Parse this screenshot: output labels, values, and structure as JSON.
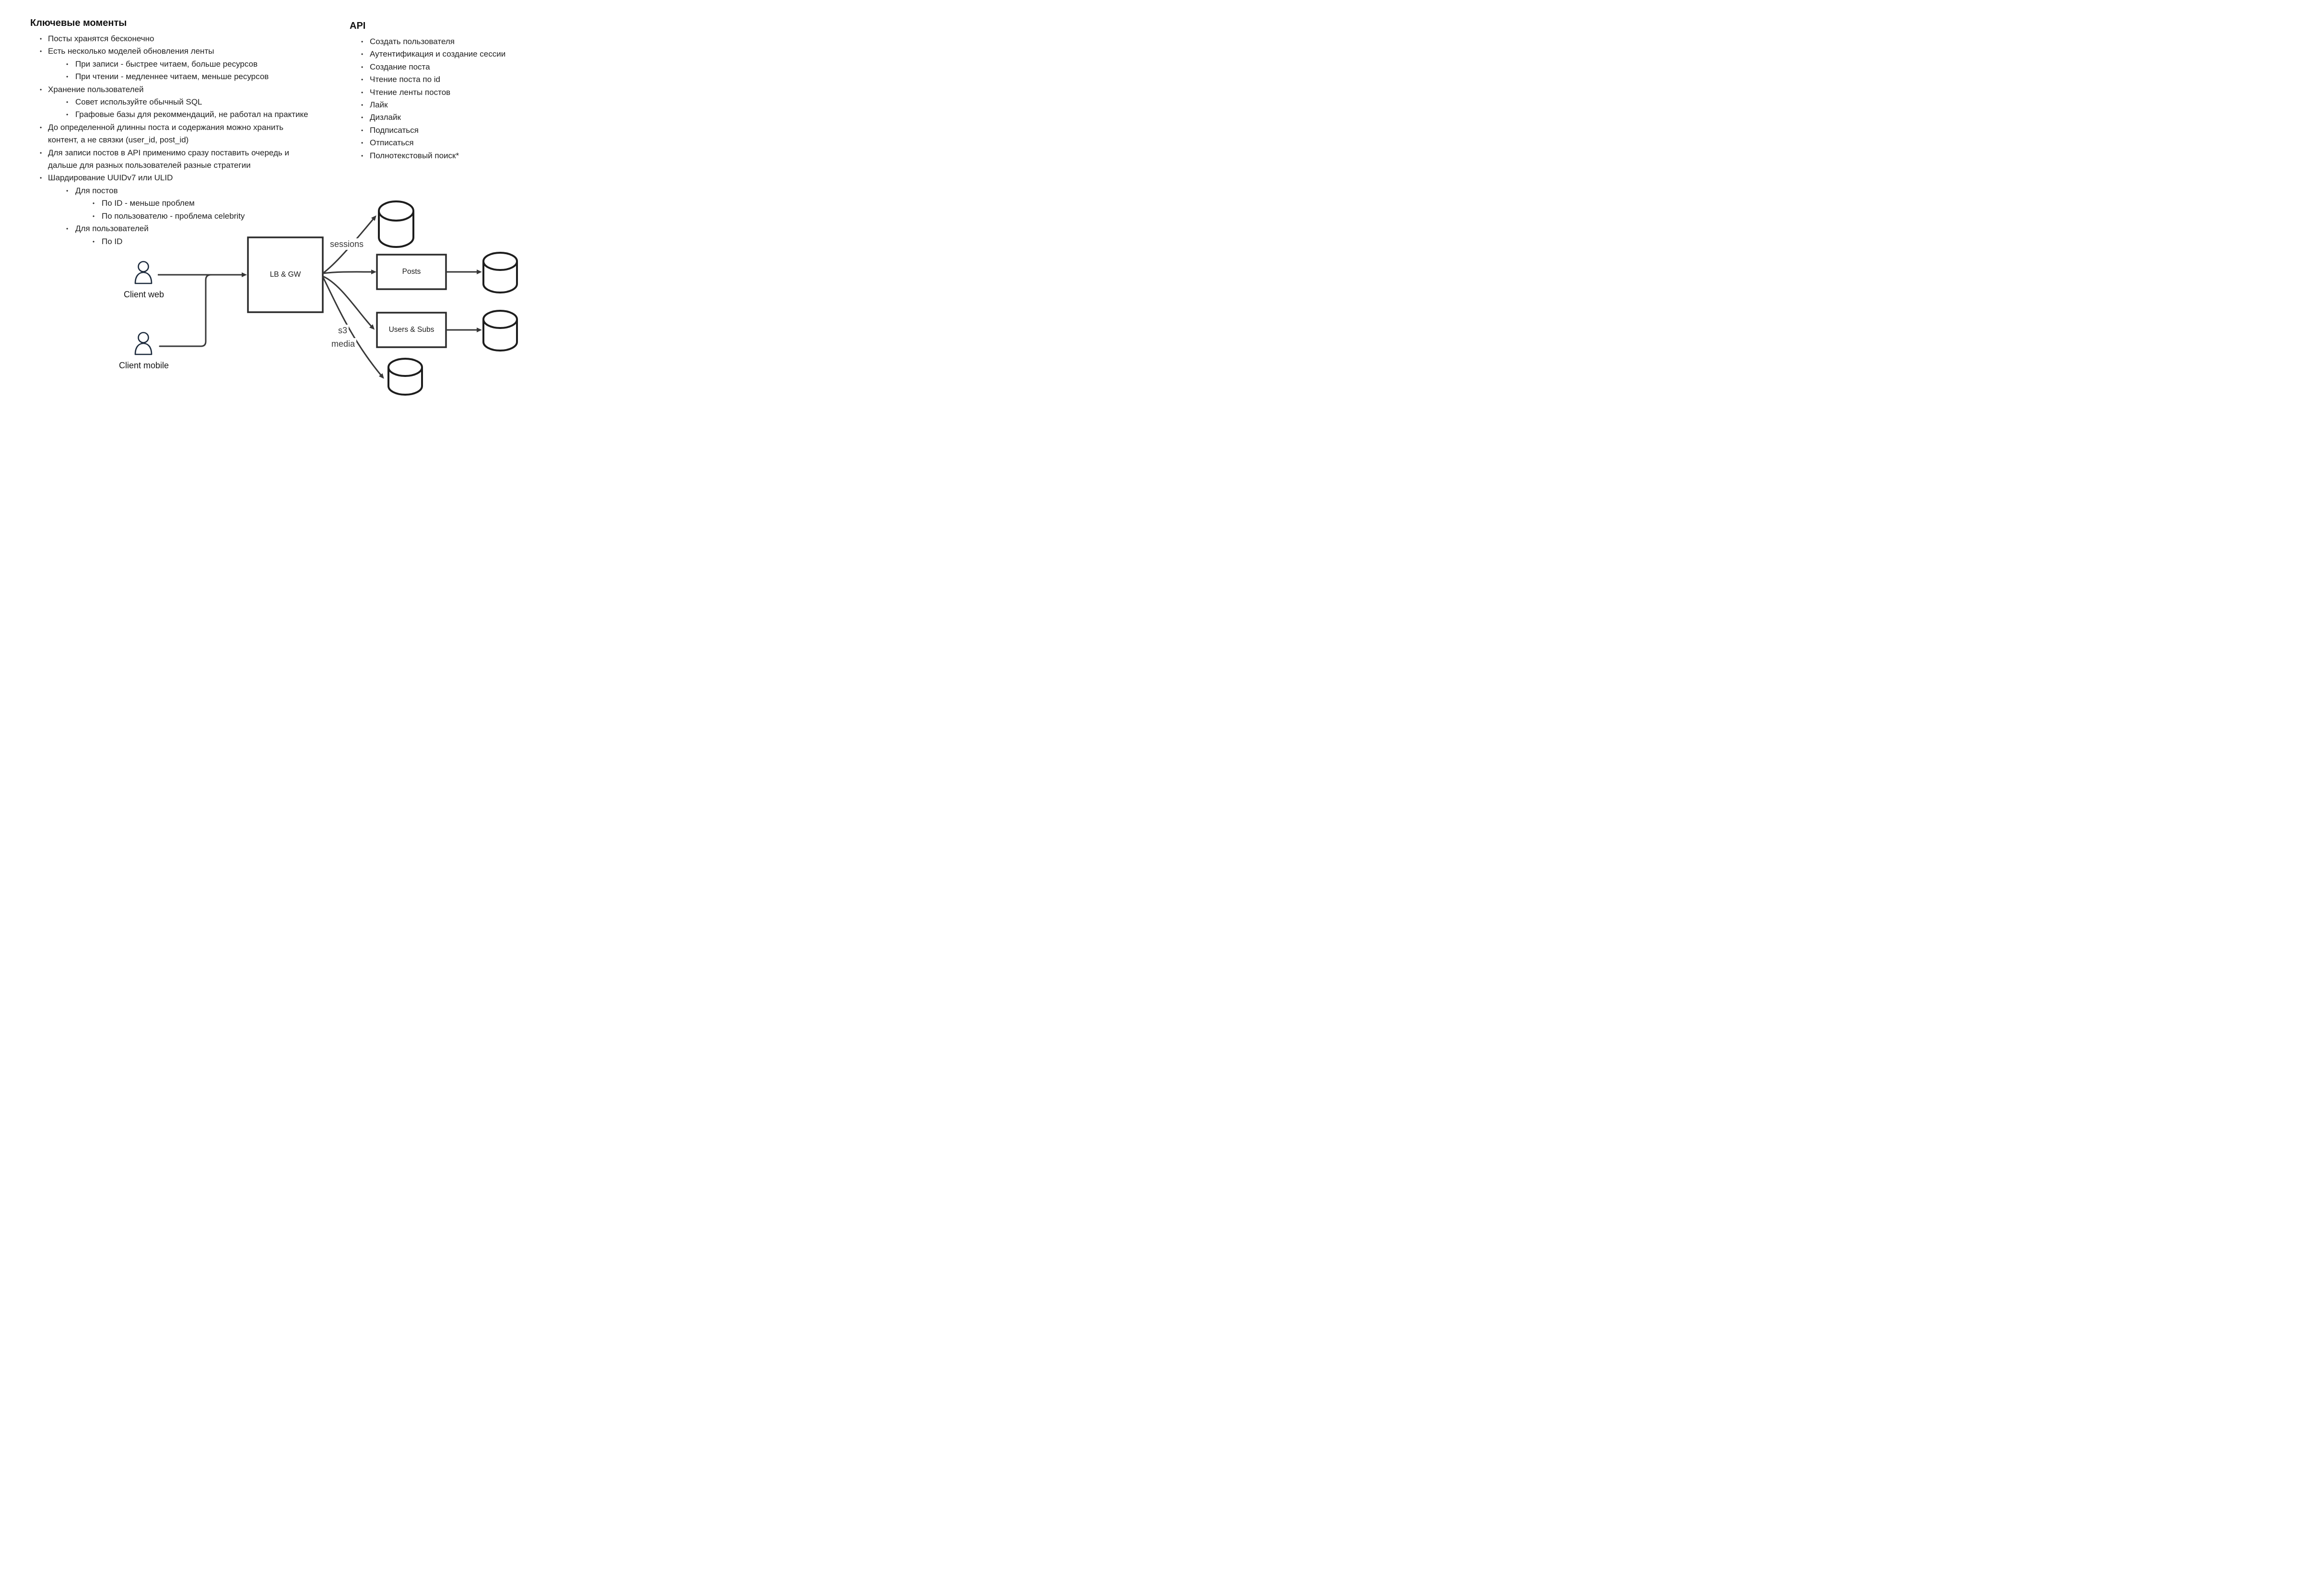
{
  "notes": {
    "title": "Ключевые моменты",
    "items": [
      {
        "level": 1,
        "text": "Посты хранятся бесконечно"
      },
      {
        "level": 1,
        "text": "Есть несколько моделей обновления ленты"
      },
      {
        "level": 2,
        "text": "При записи - быстрее читаем, больше ресурсов"
      },
      {
        "level": 2,
        "text": "При чтении - медленнее читаем, меньше ресурсов"
      },
      {
        "level": 1,
        "text": "Хранение пользователей"
      },
      {
        "level": 2,
        "text": "Совет используйте обычный SQL"
      },
      {
        "level": 2,
        "text": "Графовые базы для рекоммендаций, не работал на практике"
      },
      {
        "level": 1,
        "text": "До определенной длинны поста и содержания можно хранить контент, а не связки (user_id, post_id)"
      },
      {
        "level": 1,
        "text": "Для записи постов в API применимо сразу поставить очередь и дальше для разных пользователей разные стратегии"
      },
      {
        "level": 1,
        "text": "Шардирование UUIDv7 или ULID"
      },
      {
        "level": 2,
        "text": "Для постов"
      },
      {
        "level": 3,
        "text": "По ID - меньше проблем"
      },
      {
        "level": 3,
        "text": "По пользователю - проблема celebrity"
      },
      {
        "level": 2,
        "text": "Для пользователей"
      },
      {
        "level": 3,
        "text": "По ID"
      }
    ]
  },
  "api": {
    "title": "API",
    "items": [
      "Создать пользователя",
      "Аутентификация и создание сессии",
      "Создание поста",
      "Чтение поста по id",
      "Чтение ленты постов",
      "Лайк",
      "Дизлайк",
      "Подписаться",
      "Отписаться",
      "Полнотекстовый поиск*"
    ]
  },
  "diagram": {
    "lb_gw_label": "LB & GW",
    "posts_label": "Posts",
    "users_subs_label": "Users & Subs",
    "sessions_label": "sessions",
    "s3_label": "s3",
    "media_label": "media",
    "client_web_label": "Client web",
    "client_mobile_label": "Client mobile"
  },
  "colors": {
    "line": "#383838",
    "box_border": "#2b2b2b",
    "person_icon": "#1d2b3d",
    "text": "#1f1f1f",
    "diagram_label": "#3a3a3a",
    "background": "#ffffff"
  }
}
